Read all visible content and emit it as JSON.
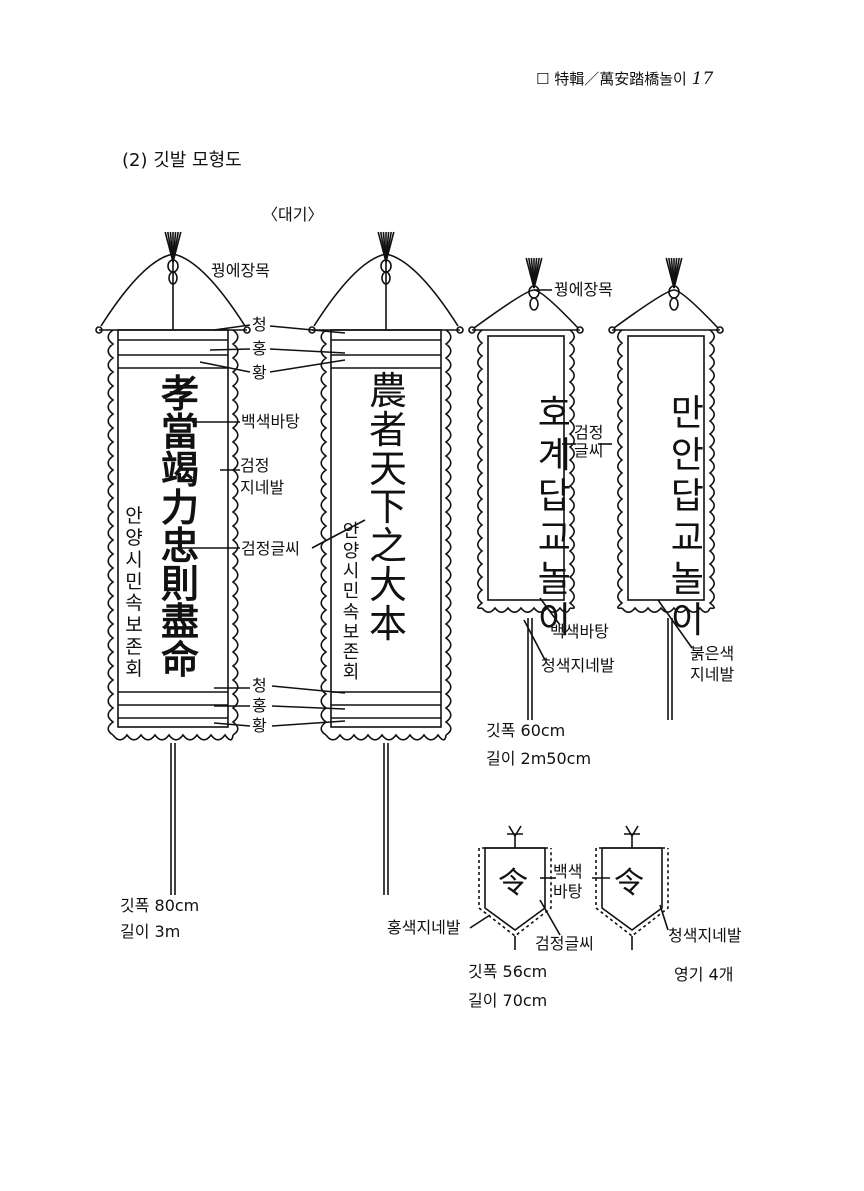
{
  "header": {
    "box": "☐",
    "text": "特輯／萬安踏橋놀이",
    "page": "17"
  },
  "section_title": "(2) 깃발 모형도",
  "daegi": {
    "title": "〈대기〉",
    "flag1_text": "孝當竭力忠則盡命",
    "flag1_org": "안양시민속보존회",
    "flag2_text": "農者天下之大本",
    "flag2_org": "안양시 민속보존회",
    "labels": {
      "feather": "꿩에장목",
      "cheong": "청",
      "hong": "홍",
      "hwang": "황",
      "white_bg": "백색바탕",
      "black_fringe": "검정\n지네발",
      "black_text": "검정글씨",
      "cheong2": "청",
      "hong2": "홍",
      "hwang2": "황"
    },
    "width": "깃폭 80cm",
    "length": "길이 3m"
  },
  "middle": {
    "flag1_text": "호계\n답교놀이",
    "flag2_text": "만안\n답교놀이",
    "labels": {
      "feather": "꿩에장목",
      "black_text": "검정\n글씨",
      "white_bg": "백색바탕",
      "blue_fringe": "청색지네발",
      "red_fringe": "붉은색\n지네발"
    },
    "width": "깃폭 60cm",
    "length": "길이 2m50cm"
  },
  "yeonggi": {
    "char": "令",
    "labels": {
      "white_bg": "백색\n바탕",
      "red_fringe": "홍색지네발",
      "black_text": "검정글씨",
      "blue_fringe": "청색지네발"
    },
    "width": "깃폭 56cm",
    "length": "길이 70cm",
    "count": "영기 4개"
  }
}
